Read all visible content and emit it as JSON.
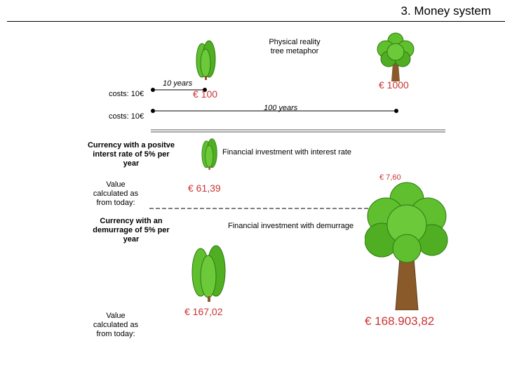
{
  "title": "3. Money system",
  "physical_reality": "Physical reality\ntree metaphor",
  "row1": {
    "costs": "costs: 10€",
    "years": "10 years",
    "value_small_tree": "€ 100",
    "value_big_tree": "€ 1000"
  },
  "row2": {
    "costs": "costs: 10€",
    "years": "100 years"
  },
  "positive": {
    "label": "Currency with a positve\ninterst rate of 5% per\nyear",
    "investment": "Financial investment with interest rate",
    "value_label": "Value\ncalculated as\nfrom today:",
    "value_small": "€ 61,39",
    "value_big": "€ 7,60"
  },
  "demurrage": {
    "label": "Currency with an\ndemurrage of 5% per\nyear",
    "investment": "Financial investment with demurrage",
    "value_label": "Value\ncalculated as\nfrom today:",
    "value_small": "€ 167,02",
    "value_big": "€ 168.903,82"
  },
  "icons": [
    "small-tree-icon",
    "large-tree-icon"
  ],
  "colors": {
    "euro_red": "#cc3333",
    "foliage": "#5fbf2e",
    "foliage_dark": "#2f7a12",
    "trunk": "#8b5a2b"
  }
}
